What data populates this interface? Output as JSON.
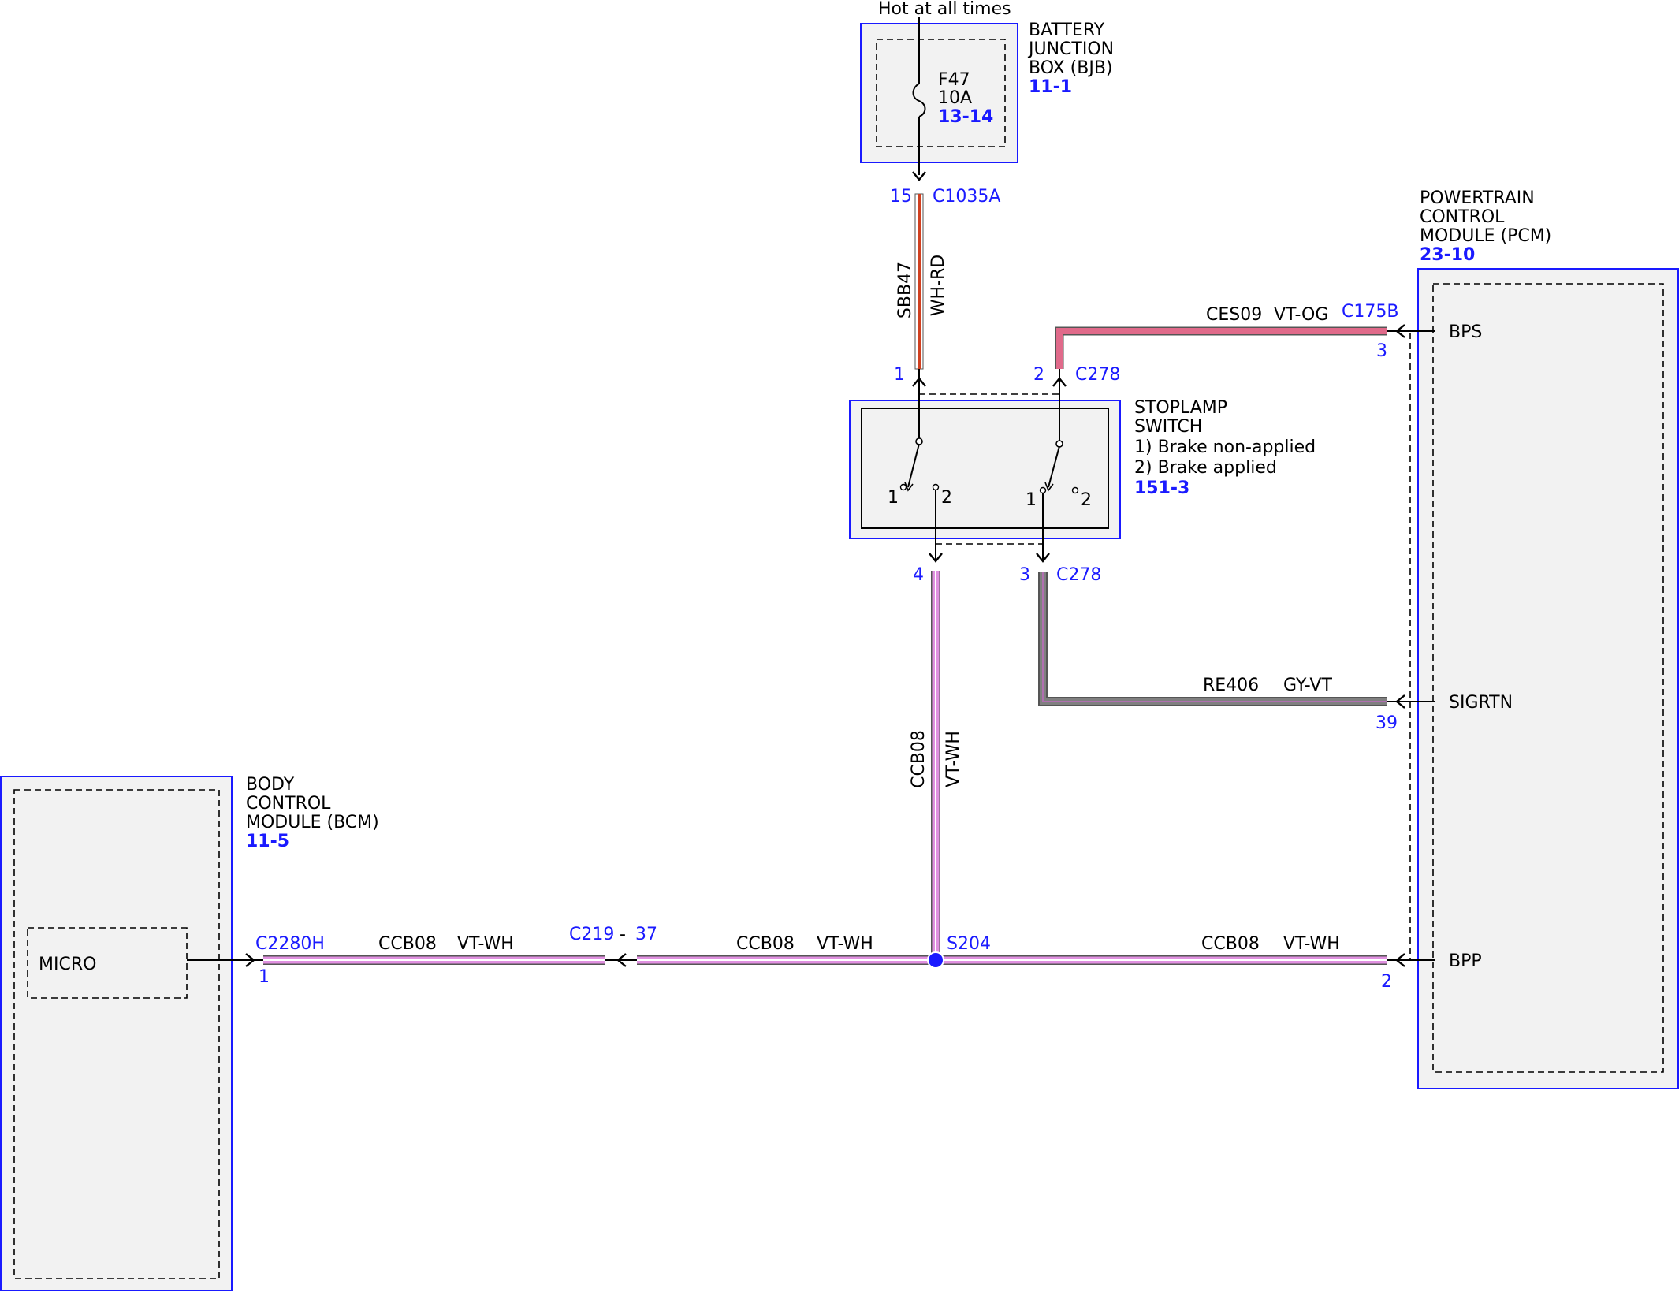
{
  "colors": {
    "module_border": "#1a1aff",
    "module_fill": "#f2f2f2",
    "connector_text": "#1a1aff",
    "wire_vt_wh": "#e090e0",
    "wire_vt_og": "#e06a8a",
    "wire_gy_vt": "#808080",
    "wire_wh_rd": "#d04020",
    "splice": "#1a1aff"
  },
  "power_source": "Hot at all times",
  "bjb": {
    "name_lines": [
      "BATTERY",
      "JUNCTION",
      "BOX (BJB)"
    ],
    "ref": "11-1",
    "fuse_name": "F47",
    "fuse_rating": "10A",
    "fuse_ref": "13-14",
    "out_pin": "15",
    "out_connector": "C1035A"
  },
  "wire_sbb47": {
    "circuit": "SBB47",
    "color": "WH-RD"
  },
  "stoplamp": {
    "name_lines": [
      "STOPLAMP",
      "SWITCH"
    ],
    "state1": "1) Brake non-applied",
    "state2": "2) Brake applied",
    "ref": "151-3",
    "pin_top_left": "1",
    "pin_top_right": "2",
    "connector": "C278",
    "pin_bottom_left": "4",
    "pin_bottom_right": "3",
    "connector_bottom": "C278",
    "sw_a_pos1": "1",
    "sw_a_pos2": "2",
    "sw_b_pos1": "1",
    "sw_b_pos2": "2"
  },
  "wire_ces09": {
    "circuit": "CES09",
    "color": "VT-OG",
    "connector": "C175B",
    "pin": "3"
  },
  "wire_re406": {
    "circuit": "RE406",
    "color": "GY-VT",
    "pin": "39"
  },
  "wire_ccb08_vertical": {
    "circuit": "CCB08",
    "color": "VT-WH"
  },
  "pcm": {
    "name_lines": [
      "POWERTRAIN",
      "CONTROL",
      "MODULE (PCM)"
    ],
    "ref": "23-10",
    "signals": [
      "BPS",
      "SIGRTN",
      "BPP"
    ]
  },
  "bcm": {
    "name_lines": [
      "BODY",
      "CONTROL",
      "MODULE (BCM)"
    ],
    "ref": "11-5",
    "internal": "MICRO",
    "connector": "C2280H",
    "pin": "1"
  },
  "bottom_wires": {
    "left": {
      "circuit": "CCB08",
      "color": "VT-WH"
    },
    "inline_connector": "C219",
    "inline_sep": "-",
    "inline_pin": "37",
    "middle": {
      "circuit": "CCB08",
      "color": "VT-WH"
    },
    "splice": "S204",
    "right": {
      "circuit": "CCB08",
      "color": "VT-WH",
      "pin": "2"
    }
  }
}
